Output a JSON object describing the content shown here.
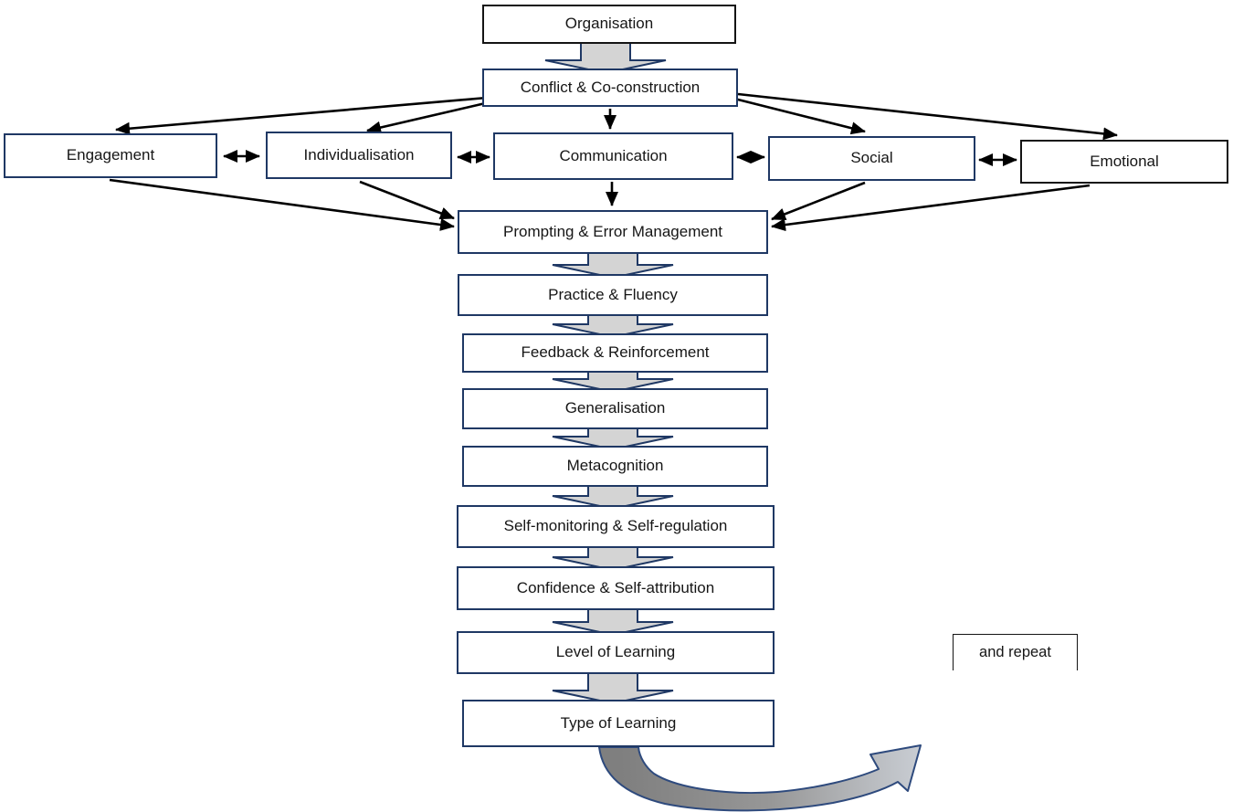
{
  "nodes": {
    "organisation": {
      "label": "Organisation"
    },
    "conflict_co_construction": {
      "label": "Conflict & Co-construction"
    },
    "engagement": {
      "label": "Engagement"
    },
    "individualisation": {
      "label": "Individualisation"
    },
    "communication": {
      "label": "Communication"
    },
    "social": {
      "label": "Social"
    },
    "emotional": {
      "label": "Emotional"
    },
    "prompting_error_management": {
      "label": "Prompting & Error Management"
    },
    "practice_fluency": {
      "label": "Practice & Fluency"
    },
    "feedback_reinforcement": {
      "label": "Feedback & Reinforcement"
    },
    "generalisation": {
      "label": "Generalisation"
    },
    "metacognition": {
      "label": "Metacognition"
    },
    "self_monitoring_self_regulation": {
      "label": "Self-monitoring & Self-regulation"
    },
    "confidence_self_attribution": {
      "label": "Confidence & Self-attribution"
    },
    "level_of_learning": {
      "label": "Level of Learning"
    },
    "type_of_learning": {
      "label": "Type of Learning"
    },
    "and_repeat": {
      "label": "and repeat"
    }
  },
  "edges": [
    {
      "from": "organisation",
      "to": "conflict_co_construction",
      "style": "block-arrow"
    },
    {
      "from": "conflict_co_construction",
      "to": "engagement",
      "style": "arrow"
    },
    {
      "from": "conflict_co_construction",
      "to": "individualisation",
      "style": "arrow"
    },
    {
      "from": "conflict_co_construction",
      "to": "communication",
      "style": "arrow"
    },
    {
      "from": "conflict_co_construction",
      "to": "social",
      "style": "arrow"
    },
    {
      "from": "conflict_co_construction",
      "to": "emotional",
      "style": "arrow"
    },
    {
      "from": "engagement",
      "to": "individualisation",
      "style": "double-arrow"
    },
    {
      "from": "individualisation",
      "to": "communication",
      "style": "double-arrow"
    },
    {
      "from": "communication",
      "to": "social",
      "style": "double-arrow"
    },
    {
      "from": "social",
      "to": "emotional",
      "style": "double-arrow"
    },
    {
      "from": "engagement",
      "to": "prompting_error_management",
      "style": "arrow"
    },
    {
      "from": "individualisation",
      "to": "prompting_error_management",
      "style": "arrow"
    },
    {
      "from": "communication",
      "to": "prompting_error_management",
      "style": "arrow"
    },
    {
      "from": "social",
      "to": "prompting_error_management",
      "style": "arrow"
    },
    {
      "from": "emotional",
      "to": "prompting_error_management",
      "style": "arrow"
    },
    {
      "from": "prompting_error_management",
      "to": "practice_fluency",
      "style": "block-arrow"
    },
    {
      "from": "practice_fluency",
      "to": "feedback_reinforcement",
      "style": "block-arrow"
    },
    {
      "from": "feedback_reinforcement",
      "to": "generalisation",
      "style": "block-arrow"
    },
    {
      "from": "generalisation",
      "to": "metacognition",
      "style": "block-arrow"
    },
    {
      "from": "metacognition",
      "to": "self_monitoring_self_regulation",
      "style": "block-arrow"
    },
    {
      "from": "self_monitoring_self_regulation",
      "to": "confidence_self_attribution",
      "style": "block-arrow"
    },
    {
      "from": "confidence_self_attribution",
      "to": "level_of_learning",
      "style": "block-arrow"
    },
    {
      "from": "level_of_learning",
      "to": "type_of_learning",
      "style": "block-arrow"
    },
    {
      "from": "type_of_learning",
      "to": "and_repeat",
      "style": "curved-swoosh-arrow"
    }
  ],
  "colors": {
    "box_border_navy": "#1f3864",
    "box_border_black": "#141414",
    "block_arrow_fill": "#d4d4d4",
    "block_arrow_outline": "#1f3864",
    "line_arrow": "#000000",
    "swoosh_dark": "#808080",
    "swoosh_light": "#c8ccd2",
    "text": "#161616",
    "background": "#ffffff"
  }
}
